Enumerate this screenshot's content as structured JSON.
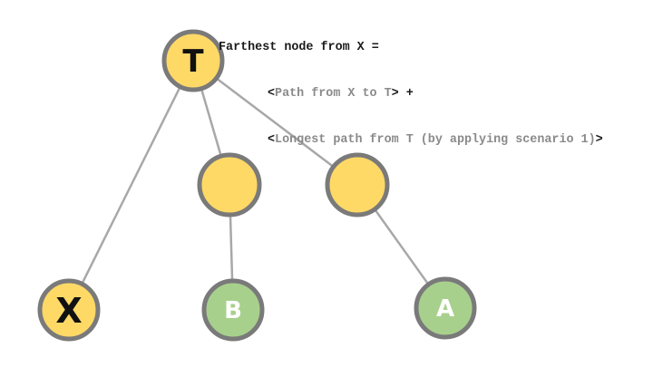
{
  "caption": {
    "line1": "Farthest node from X =",
    "line2_open": "<",
    "line2_gray": "Path from X to T",
    "line2_close": "> +",
    "line3_open": "<",
    "line3_gray": "Longest path from T (by applying scenario 1)",
    "line3_close": ">"
  },
  "colors": {
    "yellow_fill": "#ffd966",
    "green_fill": "#a8d08d",
    "node_border": "#7a7a7a",
    "edge": "#a8a8a8",
    "dark_label": "#111111",
    "white_label": "#ffffff"
  },
  "nodes": [
    {
      "id": "T",
      "label": "T",
      "fill": "yellow",
      "label_color": "dark"
    },
    {
      "id": "M1",
      "label": "",
      "fill": "yellow",
      "label_color": "dark"
    },
    {
      "id": "M2",
      "label": "",
      "fill": "yellow",
      "label_color": "dark"
    },
    {
      "id": "X",
      "label": "X",
      "fill": "yellow",
      "label_color": "dark"
    },
    {
      "id": "B",
      "label": "B",
      "fill": "green",
      "label_color": "white"
    },
    {
      "id": "A",
      "label": "A",
      "fill": "green",
      "label_color": "white"
    }
  ],
  "edges": [
    {
      "from": "T",
      "to": "X"
    },
    {
      "from": "T",
      "to": "M1"
    },
    {
      "from": "T",
      "to": "M2"
    },
    {
      "from": "M1",
      "to": "B"
    },
    {
      "from": "M2",
      "to": "A"
    }
  ]
}
